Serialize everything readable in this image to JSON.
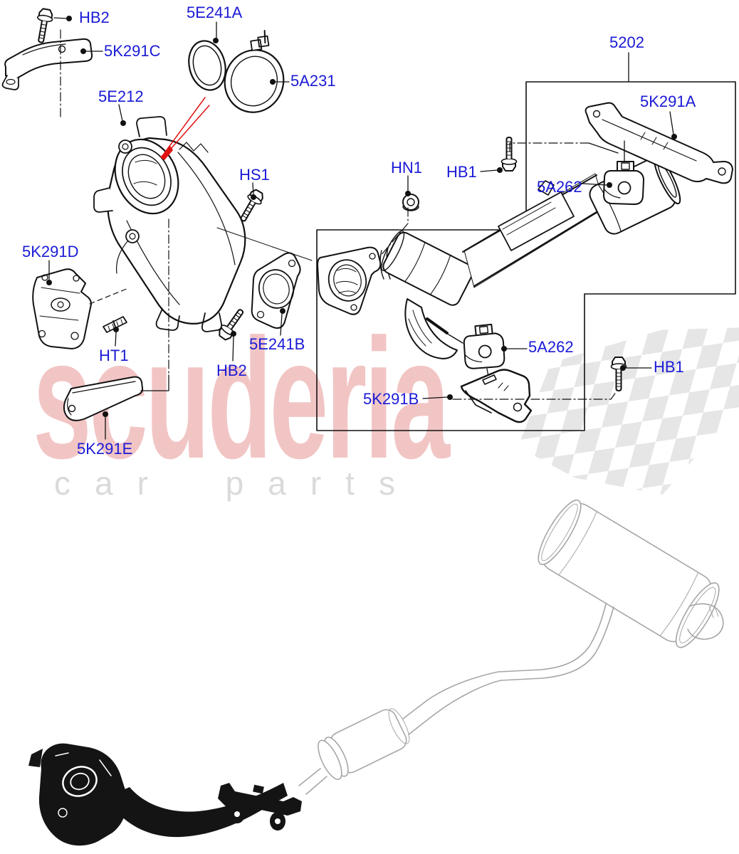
{
  "watermark": {
    "brand": "scuderia",
    "tagline": "car parts"
  },
  "labels": [
    {
      "id": "HB2-upper",
      "text": "HB2"
    },
    {
      "id": "5K291C",
      "text": "5K291C"
    },
    {
      "id": "5E241A",
      "text": "5E241A"
    },
    {
      "id": "5A231",
      "text": "5A231"
    },
    {
      "id": "5E212",
      "text": "5E212"
    },
    {
      "id": "HS1",
      "text": "HS1"
    },
    {
      "id": "5202",
      "text": "5202"
    },
    {
      "id": "5K291A",
      "text": "5K291A"
    },
    {
      "id": "HN1",
      "text": "HN1"
    },
    {
      "id": "HB1-left",
      "text": "HB1"
    },
    {
      "id": "5A262-upper",
      "text": "5A262"
    },
    {
      "id": "5A262-lower",
      "text": "5A262"
    },
    {
      "id": "HB1-right",
      "text": "HB1"
    },
    {
      "id": "5K291B",
      "text": "5K291B"
    },
    {
      "id": "5E241B",
      "text": "5E241B"
    },
    {
      "id": "HB2-lower",
      "text": "HB2"
    },
    {
      "id": "HT1",
      "text": "HT1"
    },
    {
      "id": "5K291D",
      "text": "5K291D"
    },
    {
      "id": "5K291E",
      "text": "5K291E"
    }
  ],
  "colors": {
    "label_blue": "#1a1ad6",
    "arrow_red": "#e01212",
    "watermark_pink": "#f2c5c5",
    "watermark_gray": "#dadada",
    "checker_gray": "#e6e6e6",
    "line_black": "#111111",
    "ghost_gray": "#a6a6a6",
    "silhouette_black": "#141414"
  }
}
